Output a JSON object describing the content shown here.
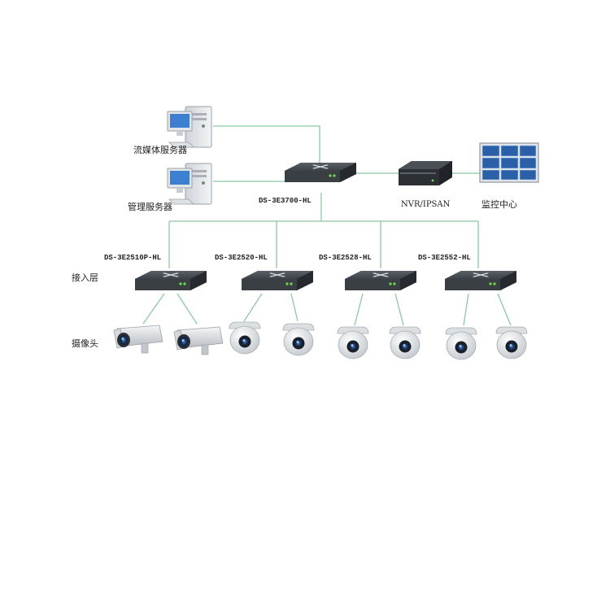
{
  "labels": {
    "streaming_server": "流媒体服务器",
    "management_server": "管理服务器",
    "core_switch": "DS-3E3700-HL",
    "nvr": "NVR/IPSAN",
    "monitor_center": "监控中心",
    "access_layer": "接入层",
    "camera_layer": "摄像头",
    "switch_1": "DS-3E2510P-HL",
    "switch_2": "DS-3E2520-HL",
    "switch_3": "DS-3E2528-HL",
    "switch_4": "DS-3E2552-HL"
  },
  "colors": {
    "link_line": "#8cc8a4",
    "switch_body": "#3a3f44",
    "switch_top": "#4c5258",
    "switch_led": "#6fdc4a",
    "monitor_screen": "#2b5fa8"
  },
  "icons": [
    "server-icon",
    "switch-icon",
    "nvr-icon",
    "video-wall-icon",
    "bullet-camera-icon",
    "dome-camera-icon"
  ]
}
